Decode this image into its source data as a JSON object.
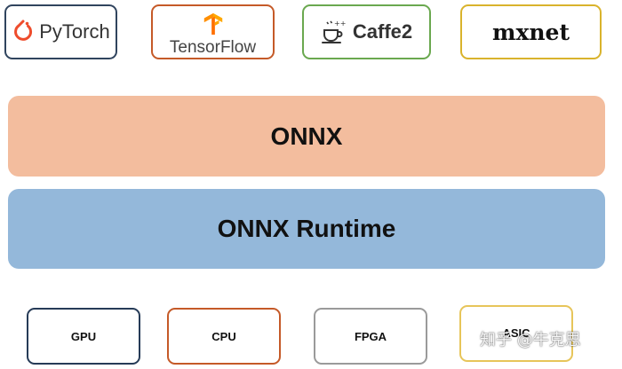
{
  "frameworks": [
    {
      "id": "pytorch",
      "label": "PyTorch",
      "icon": "pytorch-flame-icon",
      "color": "#ee4c2c"
    },
    {
      "id": "tensorflow",
      "label": "TensorFlow",
      "icon": "tensorflow-logo-icon",
      "color": "#ff8f00"
    },
    {
      "id": "caffe2",
      "label": "Caffe2",
      "icon": "coffee-cup-icon",
      "color": "#333333"
    },
    {
      "id": "mxnet",
      "label": "mxnet",
      "icon": "",
      "color": "#111111"
    }
  ],
  "layers": {
    "onnx": {
      "label": "ONNX",
      "color": "#f3bd9e"
    },
    "runtime": {
      "label": "ONNX Runtime",
      "color": "#94b8da"
    }
  },
  "hardware": [
    {
      "id": "gpu",
      "label": "GPU"
    },
    {
      "id": "cpu",
      "label": "CPU"
    },
    {
      "id": "fpga",
      "label": "FPGA"
    },
    {
      "id": "asic",
      "label": "ASIC"
    }
  ],
  "watermark": "知乎 @牛克思"
}
